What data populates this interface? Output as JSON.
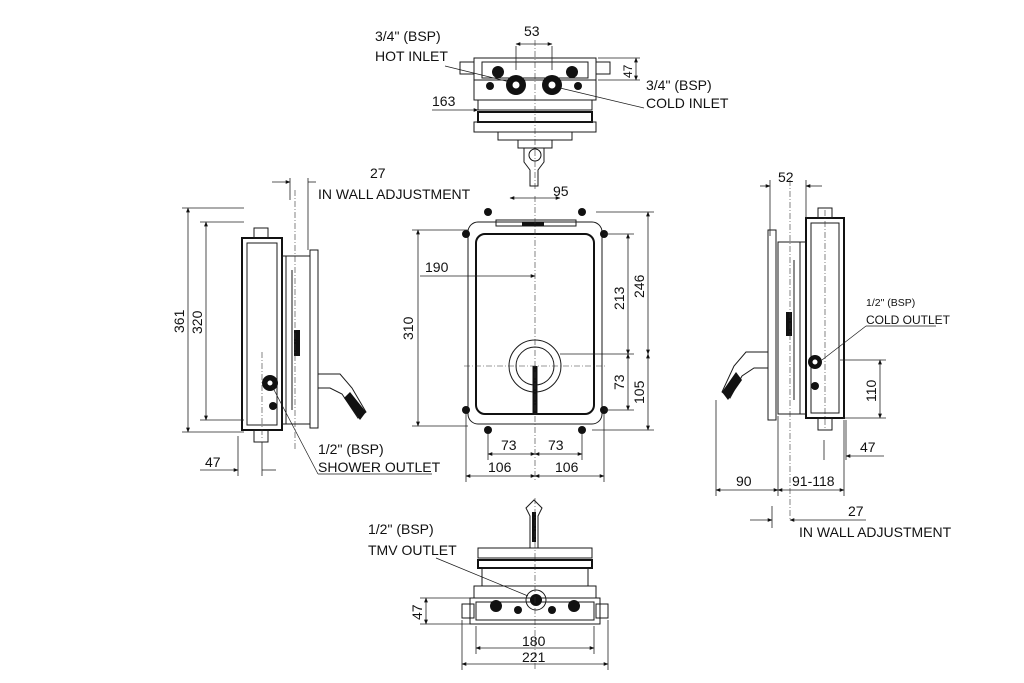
{
  "labels": {
    "hot_inlet_size": "3/4\" (BSP)",
    "hot_inlet": "HOT INLET",
    "cold_inlet_size": "3/4\" (BSP)",
    "cold_inlet": "COLD INLET",
    "in_wall_adj_left": "IN WALL ADJUSTMENT",
    "in_wall_adj_right": "IN WALL ADJUSTMENT",
    "shower_outlet_size": "1/2\" (BSP)",
    "shower_outlet": "SHOWER OUTLET",
    "cold_outlet_size": "1/2\" (BSP)",
    "cold_outlet": "COLD OUTLET",
    "tmv_outlet_size": "1/2\" (BSP)",
    "tmv_outlet": "TMV OUTLET"
  },
  "dimensions": {
    "top_53": "53",
    "top_47": "47",
    "top_163": "163",
    "left_27": "27",
    "left_361": "361",
    "left_320": "320",
    "left_47": "47",
    "front_95": "95",
    "front_190": "190",
    "front_310": "310",
    "front_213": "213",
    "front_246": "246",
    "front_73v": "73",
    "front_105": "105",
    "front_73a": "73",
    "front_73b": "73",
    "front_106a": "106",
    "front_106b": "106",
    "right_52": "52",
    "right_110": "110",
    "right_47": "47",
    "right_90": "90",
    "right_91_118": "91-118",
    "right_27": "27",
    "bottom_47": "47",
    "bottom_180": "180",
    "bottom_221": "221"
  }
}
